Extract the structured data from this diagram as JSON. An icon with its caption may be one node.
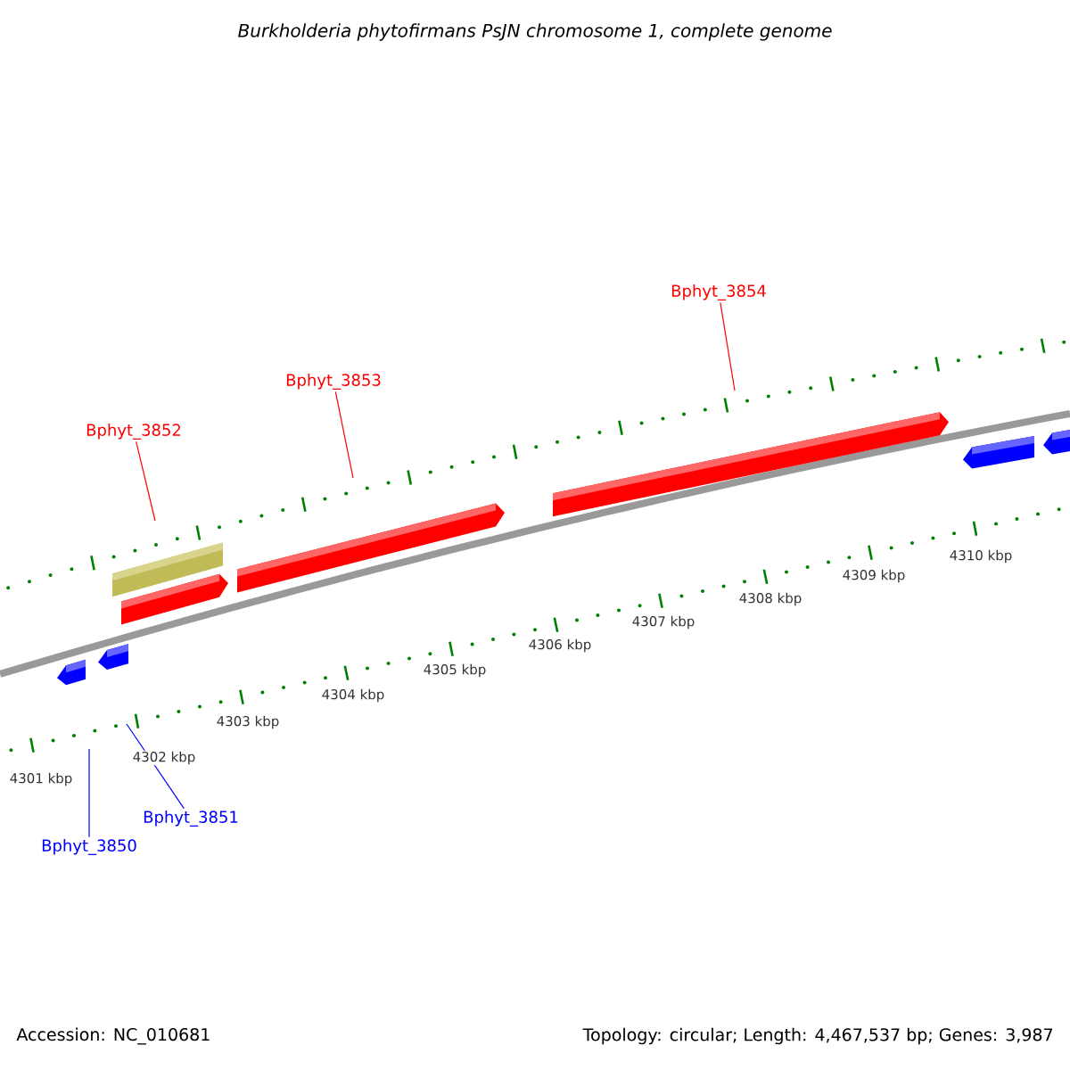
{
  "diagram": {
    "title": "Burkholderia phytofirmans PsJN chromosome 1, complete genome",
    "nodes": [
      {
        "text": [
          "Bphyt_3854"
        ]
      },
      {
        "text": [
          "Bphyt_3853"
        ]
      },
      {
        "text": [
          "Bphyt_3852"
        ]
      },
      {
        "text": [
          "Bphyt_3851"
        ]
      },
      {
        "text": [
          "Bphyt_3850"
        ]
      }
    ],
    "edges": [
      {
        "from": 0,
        "to": null,
        "arrow": "none"
      },
      {
        "from": 1,
        "to": null,
        "arrow": "none"
      },
      {
        "from": 2,
        "to": null,
        "arrow": "none"
      },
      {
        "from": 3,
        "to": null,
        "arrow": "none",
        "color": "#0000ff"
      },
      {
        "from": 4,
        "to": null,
        "arrow": "none",
        "color": "#0000ff"
      }
    ],
    "labels": [
      "4301 kbp",
      "4302 kbp",
      "4303 kbp",
      "4304 kbp",
      "4305 kbp",
      "4306 kbp",
      "4307 kbp",
      "4308 kbp",
      "4309 kbp",
      "4310 kbp",
      "Accession: NC_010681",
      "Topology: circular; Length: 4,467,537 bp; Genes: 3,987"
    ]
  }
}
